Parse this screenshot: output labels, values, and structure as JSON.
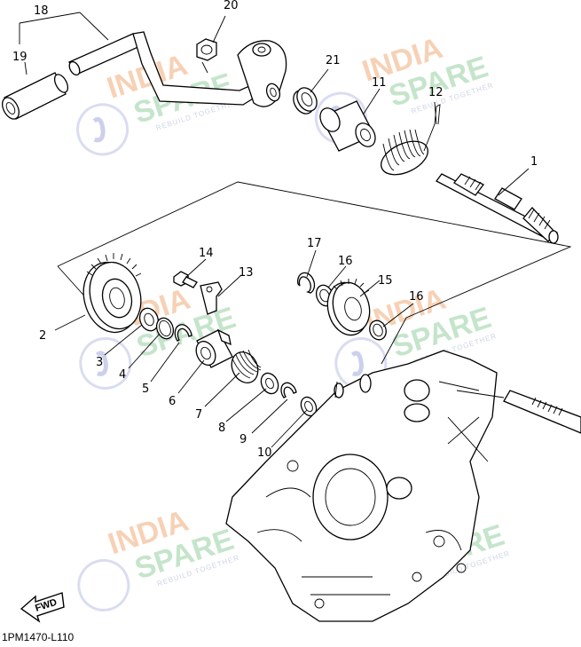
{
  "diagram": {
    "callouts": [
      "1",
      "2",
      "3",
      "4",
      "5",
      "6",
      "7",
      "8",
      "9",
      "10",
      "11",
      "12",
      "13",
      "14",
      "15",
      "16",
      "16",
      "17",
      "18",
      "19",
      "20",
      "21"
    ],
    "direction_label": "FWD",
    "drawing_code": "1PM1470-L110",
    "watermark": {
      "line1": "INDIA",
      "line2": "SPARE",
      "tagline": "REBUILD TOGETHER"
    }
  }
}
